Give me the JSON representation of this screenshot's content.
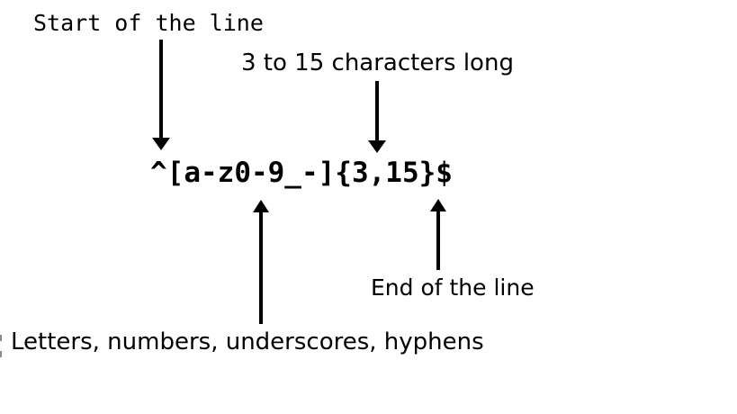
{
  "diagram": {
    "regex": "^[a-z0-9_-]{3,15}$",
    "annotations": {
      "start": {
        "label": "Start of the line",
        "points_to": "^"
      },
      "length": {
        "label": "3 to 15 characters long",
        "points_to": "{3,15}"
      },
      "charclass": {
        "label": "Letters, numbers, underscores, hyphens",
        "points_to": "[a-z0-9_-]"
      },
      "end": {
        "label": "End of the line",
        "points_to": "$"
      }
    },
    "colors": {
      "text": "#000000",
      "background": "#ffffff",
      "arrow": "#000000"
    }
  }
}
